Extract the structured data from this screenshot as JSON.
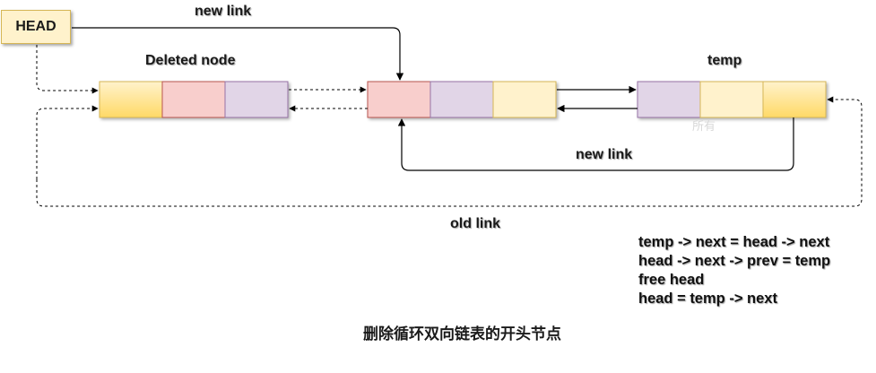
{
  "head": {
    "label": "HEAD"
  },
  "labels": {
    "new_link_top": "new link",
    "deleted_node": "Deleted node",
    "temp": "temp",
    "new_link_bottom": "new link",
    "old_link": "old link"
  },
  "code": [
    "temp -> next = head -> next",
    "head -> next -> prev = temp",
    "free head",
    "head = temp -> next"
  ],
  "caption": "删除循环双向链表的开头节点",
  "watermark": "所有",
  "colors": {
    "yellow_top": "#fff2cc",
    "yellow_bottom": "#ffd966",
    "red": "#f8cecc",
    "purple": "#e1d5e7",
    "light_yellow": "#fff2cc",
    "stroke": "#000000"
  },
  "nodes": [
    {
      "name": "deleted-node",
      "cells": [
        "yellow-gradient",
        "red",
        "purple"
      ]
    },
    {
      "name": "middle-node",
      "cells": [
        "red",
        "purple",
        "light-yellow"
      ]
    },
    {
      "name": "temp-node",
      "cells": [
        "purple",
        "light-yellow",
        "yellow-gradient"
      ]
    }
  ]
}
